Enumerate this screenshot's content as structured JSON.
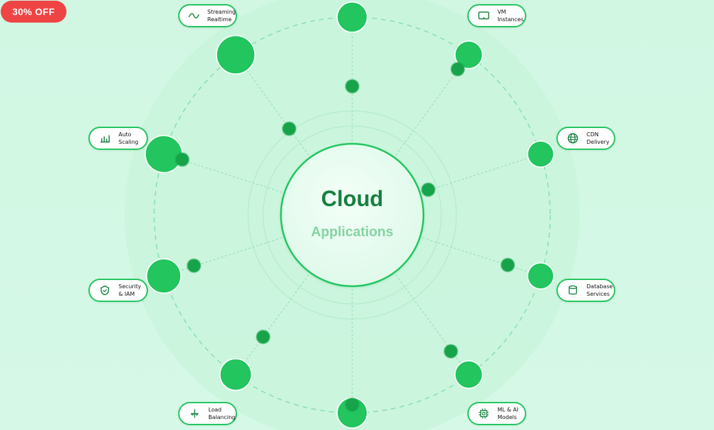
{
  "badge": {
    "label": "30% OFF",
    "color": "#ef4444"
  },
  "center": {
    "title": "Cloud",
    "subtitle": "Applications"
  },
  "colors": {
    "background": "#d1f7e3",
    "accent": "#22c55e",
    "dot": "#16a34a",
    "title": "#15803d",
    "subtitle": "#86d3a4"
  },
  "services": [
    {
      "line1": "Streaming",
      "line2": "Realtime",
      "icon": "wave-icon"
    },
    {
      "line1": "VM",
      "line2": "Instances",
      "icon": "monitor-icon"
    },
    {
      "line1": "Auto",
      "line2": "Scaling",
      "icon": "bar-chart-icon"
    },
    {
      "line1": "CDN",
      "line2": "Delivery",
      "icon": "globe-icon"
    },
    {
      "line1": "Security",
      "line2": "& IAM",
      "icon": "shield-icon"
    },
    {
      "line1": "Database",
      "line2": "Services",
      "icon": "database-icon"
    },
    {
      "line1": "Load",
      "line2": "Balancing",
      "icon": "balance-icon"
    },
    {
      "line1": "ML & AI",
      "line2": "Models",
      "icon": "chip-icon"
    }
  ]
}
